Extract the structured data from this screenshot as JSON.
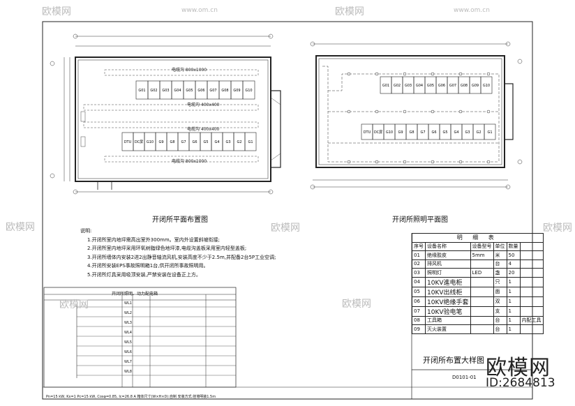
{
  "watermarks": {
    "brand": "欧模网",
    "site": "www.om.cn",
    "id_text": "ID:2684813"
  },
  "left_plan": {
    "title": "开闭所平面布置图",
    "cable_trench_1": "电缆沟 800x1000",
    "cable_trench_2": "电缆沟 400x400",
    "cable_trench_3": "电缆沟 400x400",
    "cable_trench_4": "电缆沟 800x1000",
    "top_row_cabinets": [
      "G01",
      "G02",
      "G03",
      "G04",
      "G05",
      "G06",
      "G07",
      "G08",
      "G09",
      "G10"
    ],
    "bottom_row_cabinets": [
      "DTU",
      "DC屏",
      "G10",
      "G9",
      "G8",
      "G7",
      "G6",
      "G5",
      "G4",
      "G3",
      "G2",
      "G1"
    ]
  },
  "right_plan": {
    "title": "开闭所照明平面图",
    "top_row_cabinets": [
      "G01",
      "G02",
      "G03",
      "G04",
      "G05",
      "G06",
      "G07",
      "G08",
      "G09",
      "G10"
    ],
    "bottom_row_cabinets": [
      "DTU",
      "DC屏",
      "G10",
      "G9",
      "G8",
      "G7",
      "G6",
      "G5",
      "G4",
      "G3",
      "G2",
      "G1"
    ]
  },
  "notes": {
    "heading": "说明:",
    "items": [
      "1.开闭所室内地坪需高出室外300mm。室内外设置斜坡衔接;",
      "2.开闭所室内地坪采用环氧树脂绿色地坪漆,电缆沟盖板采用室内轻型盖板;",
      "3.开闭所墙体内安装2进2出静音轴流风机,安装高度不少于2.5m,并配备2台5P工业空调;",
      "4.开闭所安装EPS事故照明箱1台,供开闭所事故照明用。",
      "5.开闭所灯具采用吸顶安装,严禁安装在设备正上方。"
    ]
  },
  "materials": {
    "caption": "明 细 表",
    "headers": [
      "序号",
      "设备名称",
      "设备型号",
      "单位",
      "数量"
    ],
    "rows": [
      [
        "01",
        "绝缘胶皮",
        "5mm",
        "米",
        "50"
      ],
      [
        "02",
        "排风机",
        "",
        "台",
        "4"
      ],
      [
        "03",
        "照明灯",
        "LED",
        "盏",
        "20"
      ],
      [
        "04",
        "10KV進电柜",
        "",
        "只",
        "1"
      ],
      [
        "05",
        "10KV出线柜",
        "",
        "面",
        "1"
      ],
      [
        "06",
        "10KV绝缘手套",
        "",
        "双",
        "1"
      ],
      [
        "07",
        "10KV验电笔",
        "",
        "支",
        "1"
      ],
      [
        "08",
        "工具箱",
        "",
        "台",
        "1",
        "内配工具"
      ],
      [
        "09",
        "灭火装置",
        "",
        "台",
        "1"
      ]
    ]
  },
  "schedule": {
    "title": "开闭所照明、动力配电箱",
    "rows": [
      "WL1",
      "WL2",
      "WL3",
      "WL4",
      "WL5",
      "WL6",
      "WL7",
      "WL8"
    ],
    "footer": "Pn=15 kW,  Kx=1    Pc=15 kW, Cosφ=0.85,  Ic=26.8 A    箱体尺寸(W×H×D):自制    安装方式:挂墙明装1.5m"
  },
  "title_block": {
    "drawing_title": "开闭所布置大样图",
    "drawing_no": "D0101-01"
  }
}
